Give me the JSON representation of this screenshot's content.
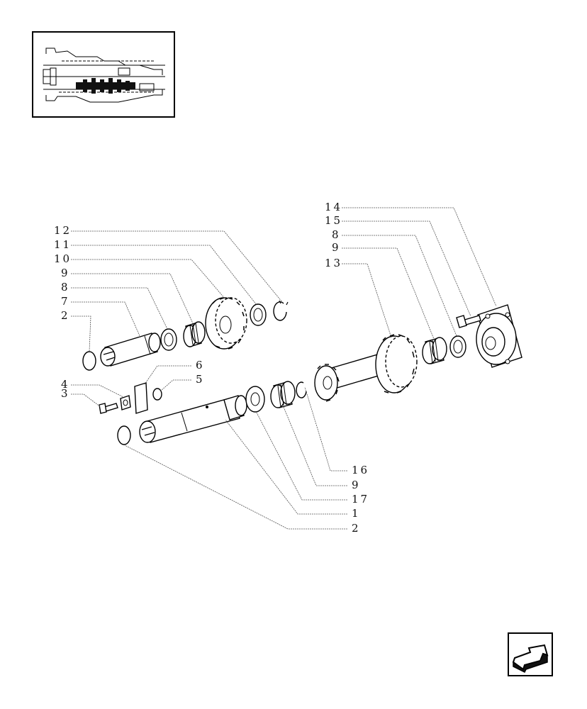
{
  "diagram": {
    "callouts": {
      "c12": "12",
      "c11": "11",
      "c10": "10",
      "c9a": "9",
      "c8a": "8",
      "c7": "7",
      "c2a": "2",
      "c4": "4",
      "c3": "3",
      "c6": "6",
      "c5": "5",
      "c14": "14",
      "c15": "15",
      "c8b": "8",
      "c9b": "9",
      "c13": "13",
      "c16": "16",
      "c9c": "9",
      "c17": "17",
      "c1": "1",
      "c2b": "2"
    }
  },
  "icons": {
    "thumbnail": "transmission-section-thumbnail",
    "nav": "back-arrow-icon"
  }
}
